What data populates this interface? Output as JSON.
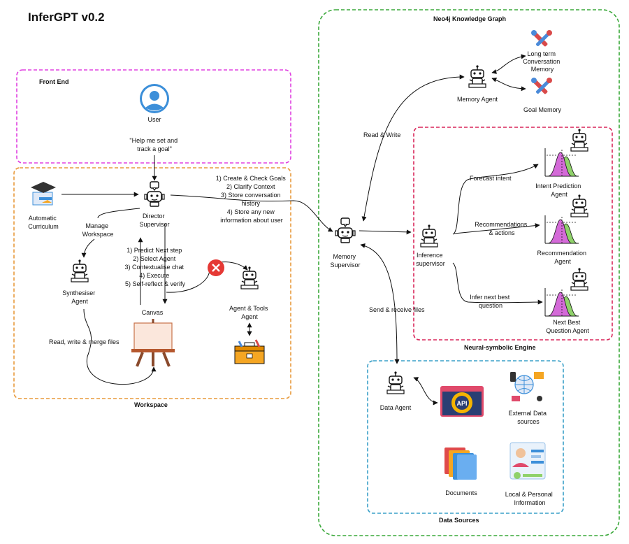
{
  "title": "InferGPT v0.2",
  "groups": {
    "front_end": "Front End",
    "workspace": "Workspace",
    "neo4j": "Neo4j Knowledge Graph",
    "neural": "Neural-symbolic Engine",
    "data_sources": "Data Sources"
  },
  "nodes": {
    "user": "User",
    "director": [
      "Director",
      "Supervisor"
    ],
    "curriculum": [
      "Automatic",
      "Curriculum"
    ],
    "synthesiser": [
      "Synthesiser",
      "Agent"
    ],
    "canvas": "Canvas",
    "agent_tools": [
      "Agent & Tools",
      "Agent"
    ],
    "memory_supervisor": [
      "Memory",
      "Supervisor"
    ],
    "memory_agent": "Memory Agent",
    "long_term_memory": [
      "Long term",
      "Conversation",
      "Memory"
    ],
    "goal_memory": "Goal Memory",
    "inference_supervisor": [
      "Inference",
      "supervisor"
    ],
    "intent_agent": [
      "Intent Prediction",
      "Agent"
    ],
    "recommendation_agent": [
      "Recommendation",
      "Agent"
    ],
    "next_question_agent": [
      "Next Best",
      "Question Agent"
    ],
    "data_agent": "Data Agent",
    "external_data": [
      "External Data",
      "sources"
    ],
    "documents": "Documents",
    "local_info": [
      "Local & Personal",
      "Information"
    ]
  },
  "edges": {
    "user_quote": [
      "\"Help me set and",
      "track a goal\""
    ],
    "goals_steps": [
      "1) Create & Check Goals",
      "2) Clarify Context",
      "3) Store conversation",
      "history",
      "4) Store any new",
      "information about user"
    ],
    "manage_workspace": [
      "Manage",
      "Workspace"
    ],
    "predict_steps": [
      "1) Predict Next step",
      "2) Select Agent",
      "3) Contextualise chat",
      "4) Execute",
      "5) Self-reflect & verify"
    ],
    "read_write_merge": "Read, write & merge files",
    "read_write": "Read & Write",
    "send_receive": "Send & receive files",
    "forecast_intent": "Forecast intent",
    "recommendations": [
      "Recommendations",
      "& actions"
    ],
    "infer_next": [
      "Infer next best",
      "question"
    ]
  },
  "icons": {
    "api": "API"
  },
  "colors": {
    "front_end_border": "#e040e0",
    "workspace_border": "#e89a3c",
    "neo4j_border": "#3aa83a",
    "neural_border": "#d9265a",
    "data_border": "#3aa0c8"
  }
}
